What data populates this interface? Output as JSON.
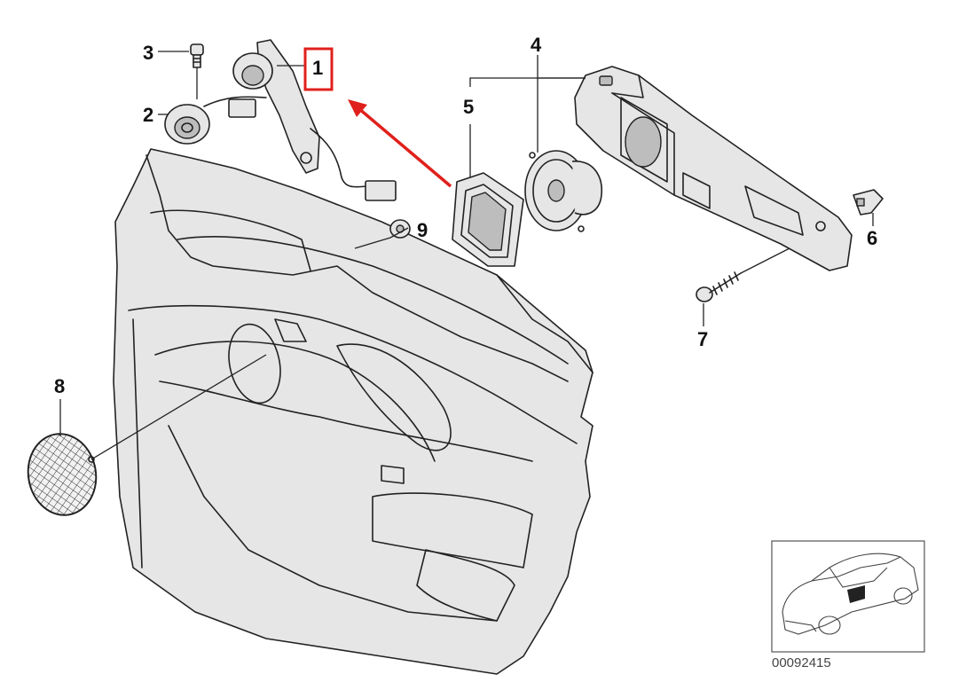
{
  "callouts": {
    "n1": "1",
    "n2": "2",
    "n3": "3",
    "n4": "4",
    "n5": "5",
    "n6": "6",
    "n7": "7",
    "n8": "8",
    "n9": "9"
  },
  "reference_number": "00092415",
  "highlight": {
    "target": "1",
    "color": "#e0201c"
  }
}
